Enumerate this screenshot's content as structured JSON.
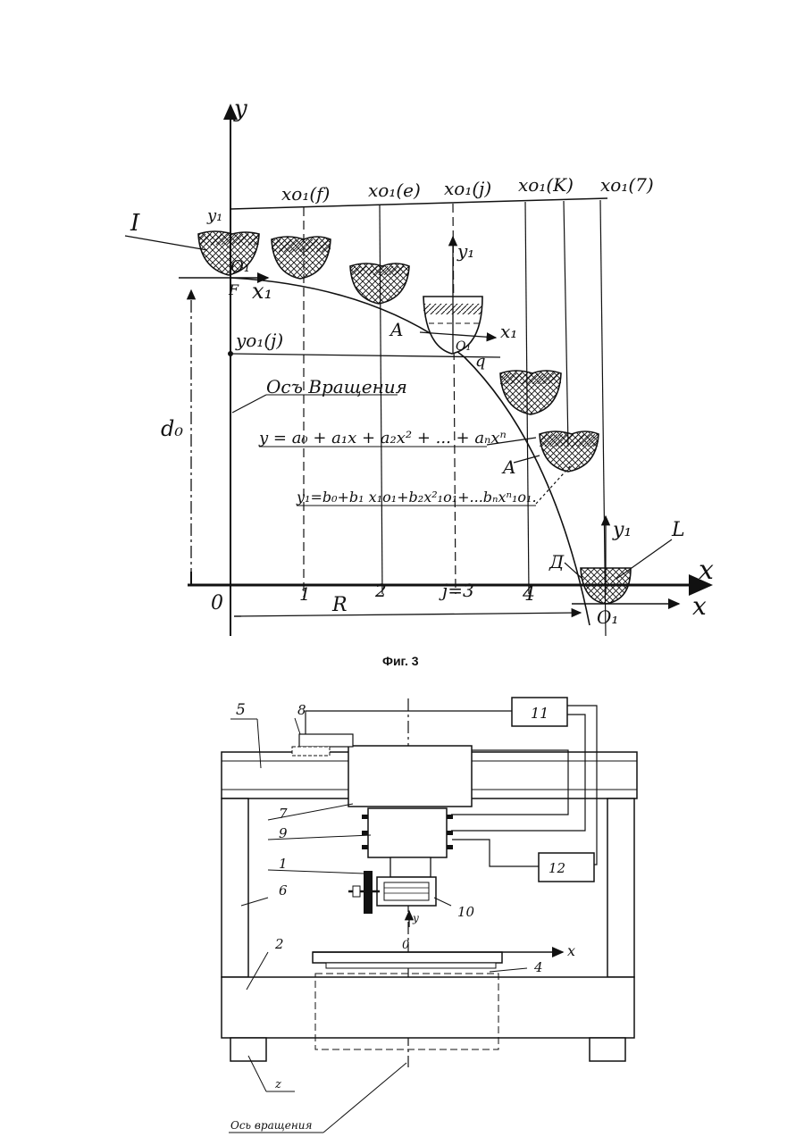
{
  "fig3": {
    "axis_y": "y",
    "axis_x": "x",
    "axis_x1_outer": "x",
    "origin": "0",
    "radius": "R",
    "height": "d₀",
    "label_I": "I",
    "label_F": "F",
    "label_O1_top": "O₁",
    "label_y1": "y₁",
    "label_x1": "x₁",
    "label_A1": "A",
    "label_A2": "A",
    "label_O1": "O₁",
    "label_q": "q",
    "label_D": "Д",
    "label_L": "L",
    "label_O1_bottom": "O₁",
    "y_j": "yo₁(j)",
    "top_labels": [
      "xo₁(f)",
      "xo₁(e)",
      "xo₁(j)",
      "xo₁(K)",
      "xo₁(7)"
    ],
    "ticks": [
      "1",
      "2",
      "j=3",
      "4"
    ],
    "rotation_axis": "Осъ Вращения",
    "eq1": "y = a₀ + a₁x + a₂x² + ... + aₙxⁿ",
    "eq2": "y₁=b₀+b₁  x₁o₁+b₂x²₁o₁+...bₙxⁿ₁o₁.",
    "caption": "Фиг. 3"
  },
  "fig4": {
    "parts": [
      "5",
      "8",
      "11",
      "7",
      "9",
      "1",
      "6",
      "10",
      "12",
      "2",
      "4",
      "z"
    ],
    "axis_y": "y",
    "axis_x": "x",
    "origin": "0",
    "rotation_axis": "Ось вращения"
  }
}
